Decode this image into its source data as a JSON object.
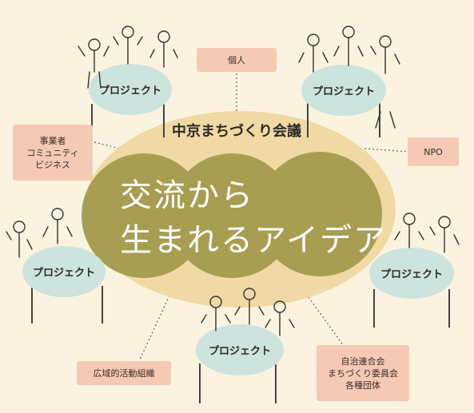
{
  "title": "中京まちづくり会議",
  "headline": {
    "line1": "交流から",
    "line2": "生まれるアイデア"
  },
  "projects": [
    "プロジェクト",
    "プロジェクト",
    "プロジェクト",
    "プロジェクト",
    "プロジェクト"
  ],
  "boxes": {
    "individual": "個人",
    "business": [
      "事業者",
      "コミュニティ",
      "ビジネス"
    ],
    "npo": "NPO",
    "regional": "広域的活動組織",
    "neighborhood": [
      "自治連合会",
      "まちづくり委員会",
      "各種団体"
    ]
  },
  "colors": {
    "background": "#fbf3df",
    "ellipse": "#f0d9a4",
    "circles": "#a89e52",
    "tables": "#cde3de",
    "label_boxes": "#f6c9b5"
  }
}
